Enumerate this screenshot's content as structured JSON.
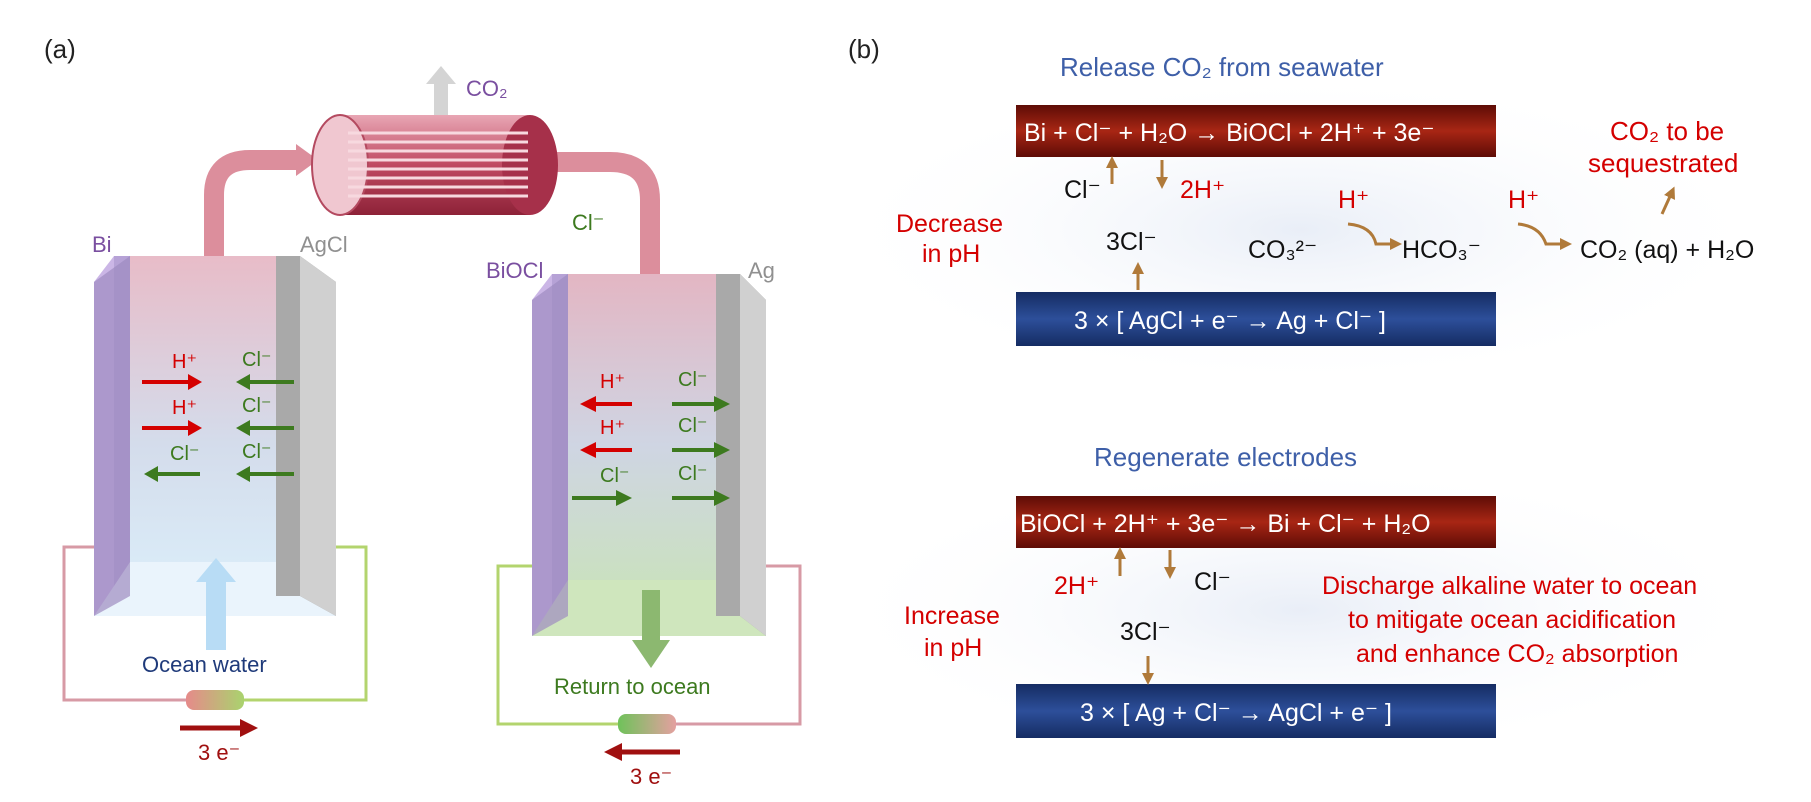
{
  "colors": {
    "purple": "#7a4fa0",
    "green": "#3d7a1f",
    "red": "#d40000",
    "blue_title": "#3e5fa8",
    "dark_blue": "#1f3a7a",
    "brown": "#b07a3a",
    "bar_red": "#8a1a10",
    "bar_blue": "#1e3c7d",
    "gray": "#909090"
  },
  "panel_a": {
    "tag": "(a)",
    "co2": "CO₂",
    "cl_mid": "Cl⁻",
    "left_cell": {
      "electrode_left": "Bi",
      "electrode_right": "AgCl",
      "ion_h1": "H⁺",
      "ion_h2": "H⁺",
      "ion_cl_left": "Cl⁻",
      "ion_cl_r1": "Cl⁻",
      "ion_cl_r2": "Cl⁻",
      "ion_cl_r3": "Cl⁻",
      "inlet": "Ocean water",
      "electrons": "3 e⁻"
    },
    "right_cell": {
      "electrode_left": "BiOCl",
      "electrode_right": "Ag",
      "ion_h1": "H⁺",
      "ion_h2": "H⁺",
      "ion_cl_left": "Cl⁻",
      "ion_cl_r1": "Cl⁻",
      "ion_cl_r2": "Cl⁻",
      "ion_cl_r3": "Cl⁻",
      "outlet": "Return to ocean",
      "electrons": "3 e⁻"
    }
  },
  "panel_b": {
    "tag": "(b)",
    "top": {
      "title": "Release CO₂ from seawater",
      "bar_top": "Bi + Cl⁻ + H₂O → BiOCl + 2H⁺ + 3e⁻",
      "bar_bottom": "3 × [ AgCl + e⁻  → Ag + Cl⁻ ]",
      "cl": "Cl⁻",
      "h2": "2H⁺",
      "three_cl": "3Cl⁻",
      "ph_line1": "Decrease",
      "ph_line2": "in pH",
      "co3": "CO₃²⁻",
      "hco3": "HCO₃⁻",
      "hplus_1": "H⁺",
      "hplus_2": "H⁺",
      "co2aq": "CO₂ (aq) + H₂O",
      "seq_line1": "CO₂ to be",
      "seq_line2": "sequestrated"
    },
    "bottom": {
      "title": "Regenerate electrodes",
      "bar_top": "BiOCl + 2H⁺ + 3e⁻ → Bi + Cl⁻ + H₂O",
      "bar_bottom": "3 × [ Ag + Cl⁻ → AgCl + e⁻ ]",
      "h2": "2H⁺",
      "cl": "Cl⁻",
      "three_cl": "3Cl⁻",
      "ph_line1": "Increase",
      "ph_line2": "in pH",
      "discharge_line1": "Discharge alkaline water to ocean",
      "discharge_line2": "to mitigate ocean acidification",
      "discharge_line3": "and enhance CO₂ absorption"
    }
  }
}
